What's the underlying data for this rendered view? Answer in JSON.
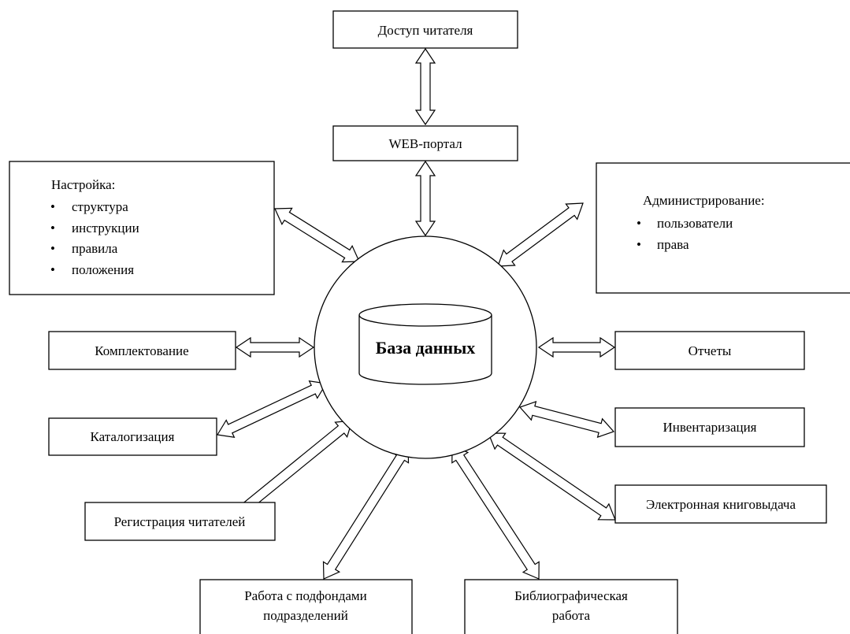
{
  "diagram": {
    "center": {
      "label": "База данных"
    },
    "nodes": {
      "reader_access": "Доступ читателя",
      "web_portal": "WEB-портал",
      "settings": {
        "title": "Настройка:",
        "items": [
          "структура",
          "инструкции",
          "правила",
          "положения"
        ]
      },
      "administration": {
        "title": "Администрирование:",
        "items": [
          "пользователи",
          "права"
        ]
      },
      "acquisition": "Комплектование",
      "reports": "Отчеты",
      "cataloging": "Каталогизация",
      "inventory": "Инвентаризация",
      "reader_registration": "Регистрация читателей",
      "circulation": "Электронная книговыдача",
      "subfunds": [
        "Работа с подфондами",
        "подразделений"
      ],
      "bibliography": [
        "Библиографическая",
        "работа"
      ]
    },
    "bullet_glyph": "•"
  }
}
